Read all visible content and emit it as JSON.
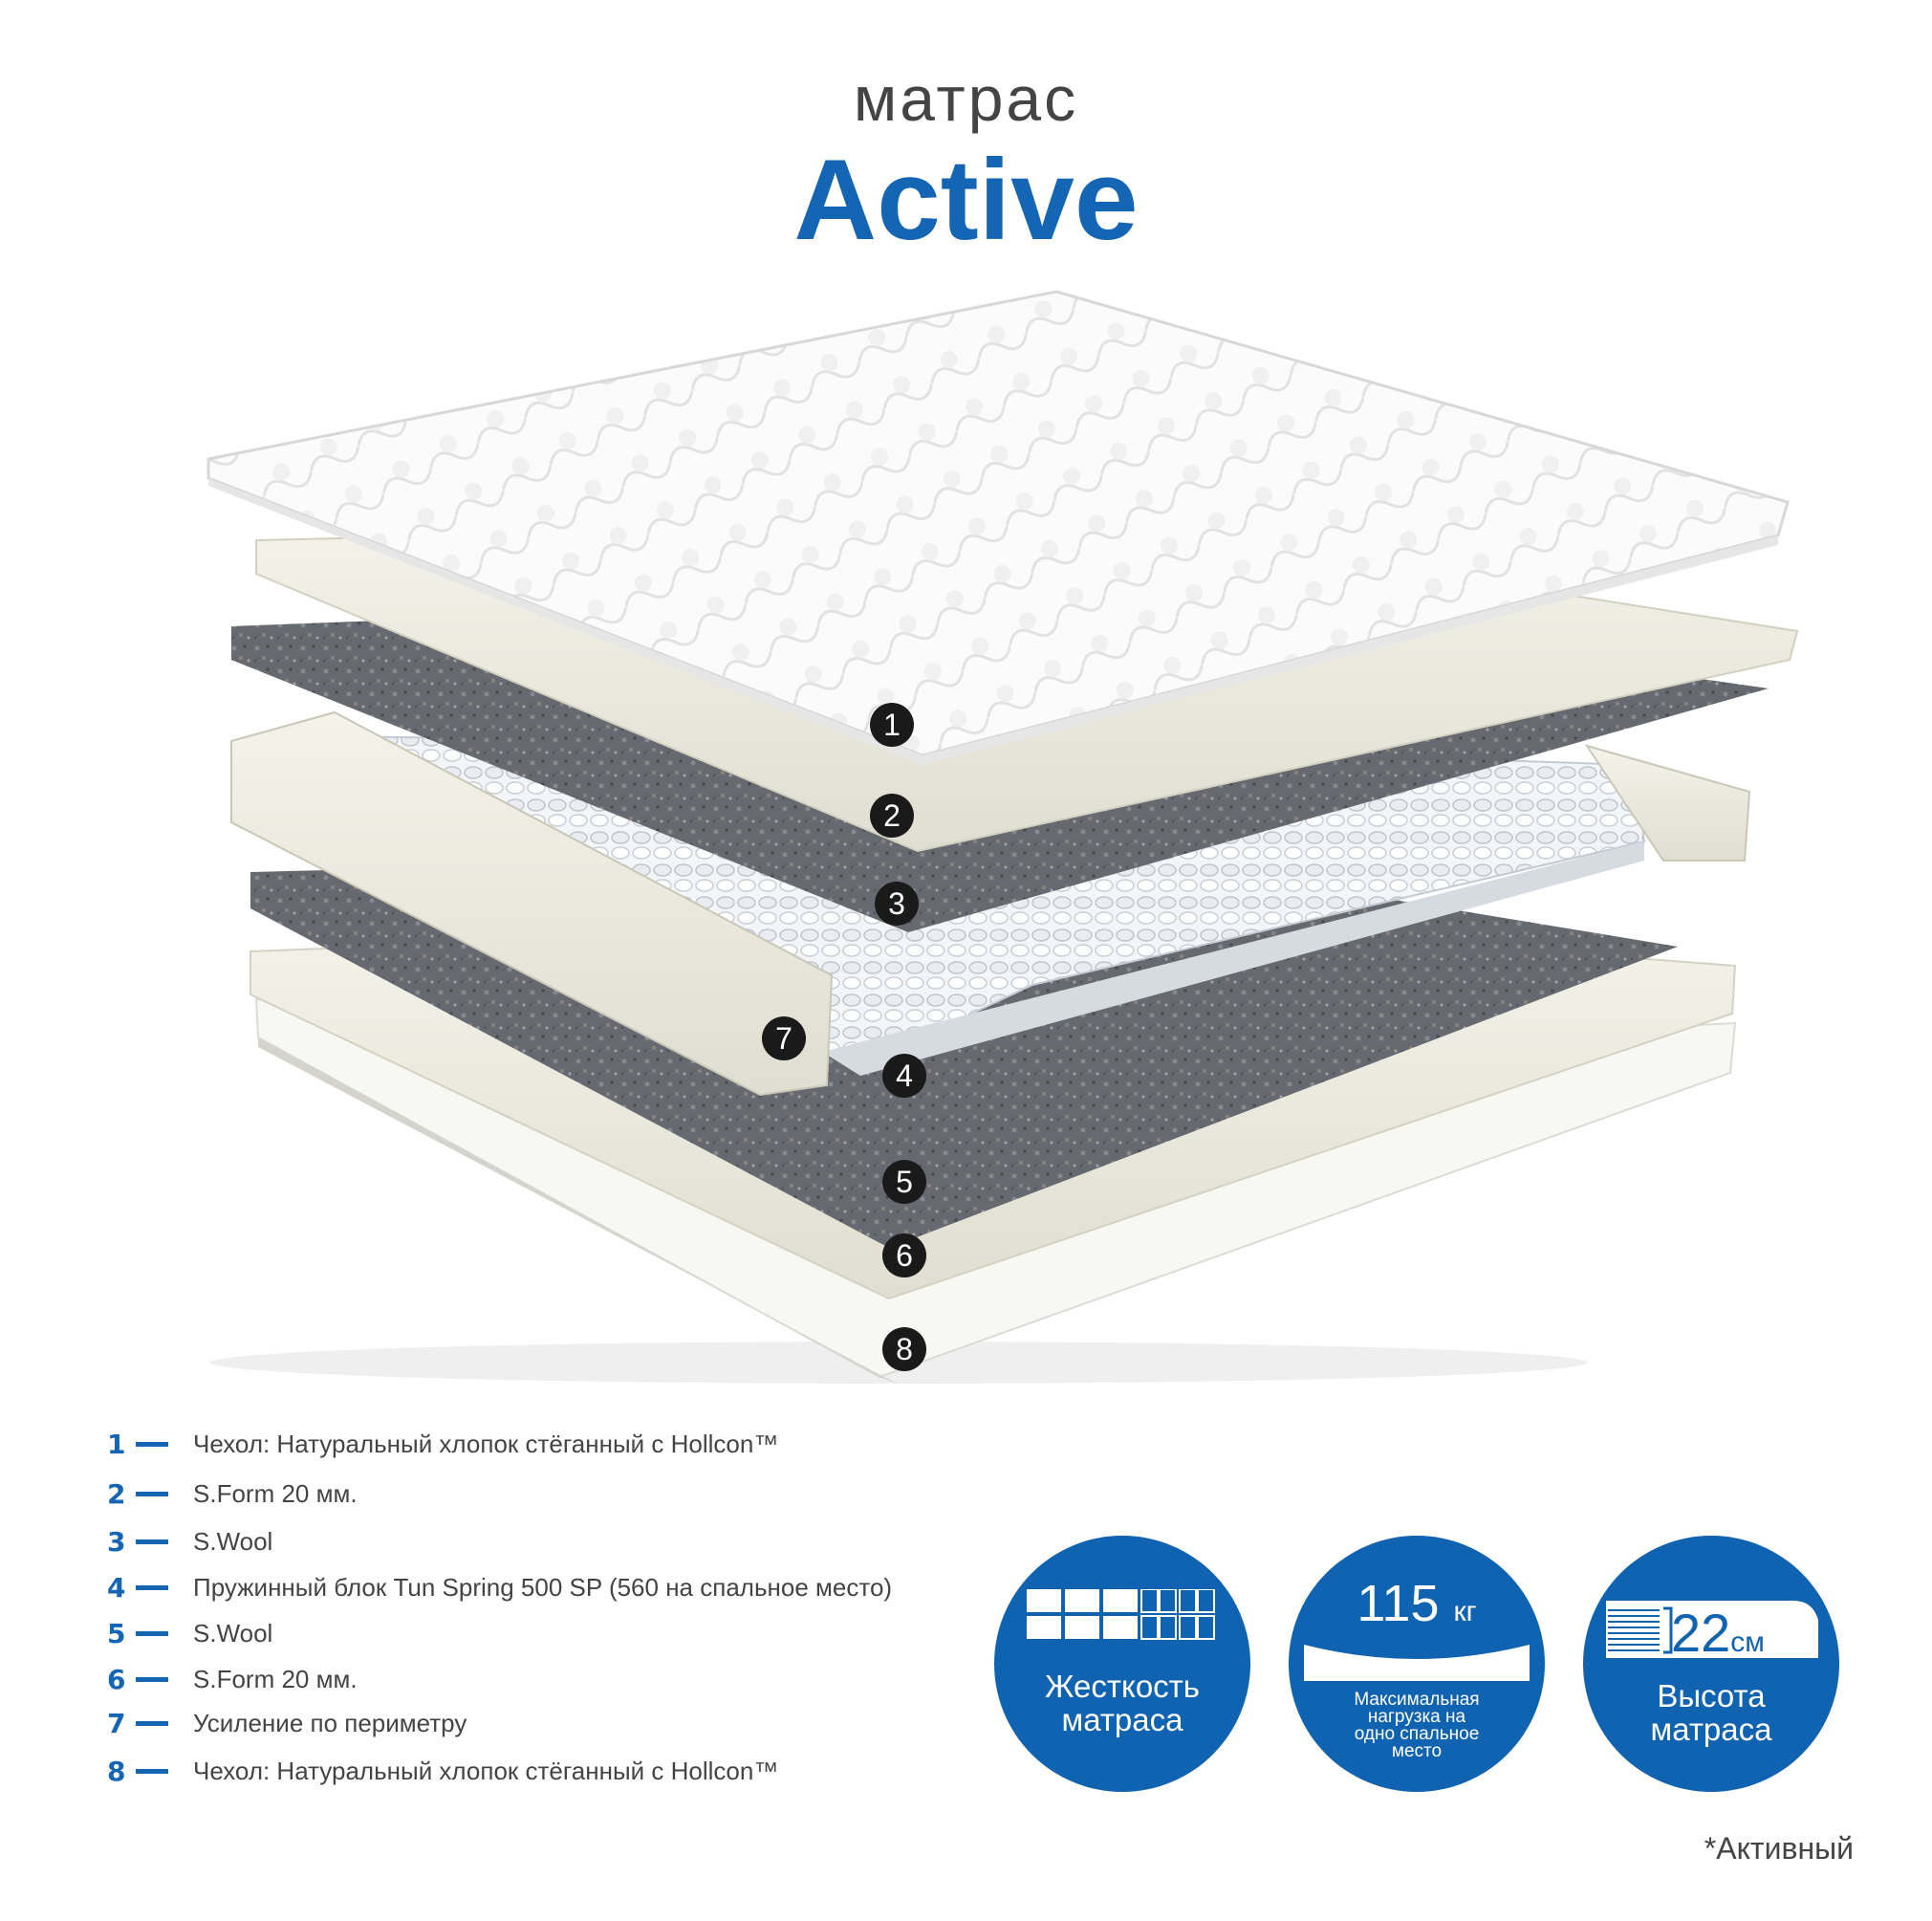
{
  "header": {
    "subtitle": "матрас",
    "title": "Active"
  },
  "layer_markers": [
    "1",
    "2",
    "3",
    "4",
    "5",
    "6",
    "7",
    "8"
  ],
  "legend": [
    {
      "num": "1",
      "text": "Чехол: Натуральный хлопок стёганный с Hollcon™"
    },
    {
      "num": "2",
      "text": "S.Form 20 мм."
    },
    {
      "num": "3",
      "text": "S.Wool"
    },
    {
      "num": "4",
      "text": "Пружинный блок Tun Spring 500 SP (560 на спальное место)"
    },
    {
      "num": "5",
      "text": "S.Wool"
    },
    {
      "num": "6",
      "text": "S.Form 20 мм."
    },
    {
      "num": "7",
      "text": "Усиление по периметру"
    },
    {
      "num": "8",
      "text": "Чехол: Натуральный хлопок стёганный с Hollcon™"
    }
  ],
  "features": {
    "firmness": {
      "caption_line1": "Жесткость",
      "caption_line2": "матраса",
      "level": 3,
      "max": 5
    },
    "load": {
      "value": "115",
      "unit": "кг",
      "caption": [
        "Максимальная",
        "нагрузка на",
        "одно спальное",
        "место"
      ]
    },
    "height": {
      "value": "22",
      "unit": "см",
      "caption_line1": "Высота",
      "caption_line2": "матраса"
    }
  },
  "footnote": "*Активный",
  "colors": {
    "brand_blue": "#1565b5",
    "badge_blue": "#1063b0",
    "marker": "#1a1a1a"
  },
  "icons": [
    "firmness-grid-icon",
    "load-curve-icon",
    "height-stack-icon"
  ]
}
